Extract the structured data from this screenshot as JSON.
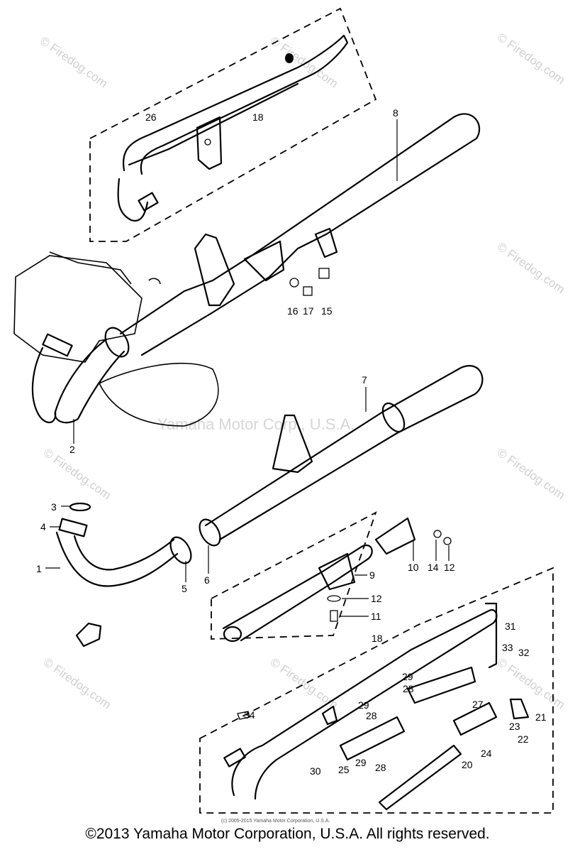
{
  "watermarks": {
    "firedog": "© Firedog.com",
    "yamaha_center": "Yamaha Motor Corp., U.S.A."
  },
  "fine_print": "(c) 2005-2015 Yamaha Motor Corporation, U.S.A.",
  "copyright": "©2013 Yamaha Motor Corporation, U.S.A. All rights reserved.",
  "callouts": {
    "p1": "1",
    "p2": "2",
    "p3": "3",
    "p4": "4",
    "p5": "5",
    "p6": "6",
    "p7": "7",
    "p8": "8",
    "p9": "9",
    "p10": "10",
    "p11": "11",
    "p12a": "12",
    "p12b": "12",
    "p14": "14",
    "p15": "15",
    "p16": "16",
    "p17": "17",
    "p18a": "18",
    "p18b": "18",
    "p20": "20",
    "p21": "21",
    "p22": "22",
    "p23": "23",
    "p24": "24",
    "p25": "25",
    "p26": "26",
    "p27": "27",
    "p28a": "28",
    "p28b": "28",
    "p28c": "28",
    "p29a": "29",
    "p29b": "29",
    "p29c": "29",
    "p30": "30",
    "p31": "31",
    "p32": "32",
    "p33": "33",
    "p34": "34"
  }
}
